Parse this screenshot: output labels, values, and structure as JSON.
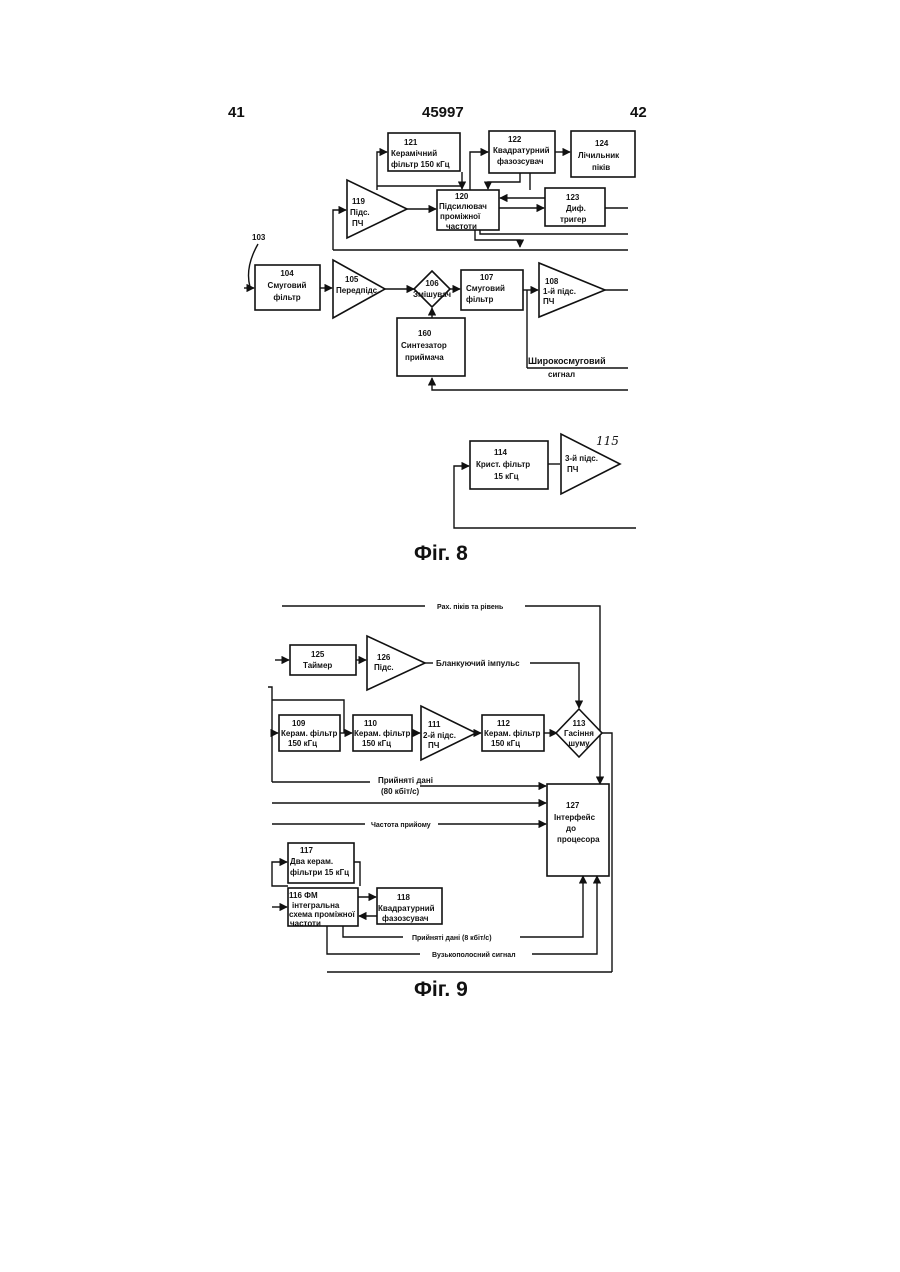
{
  "header": {
    "left_page": "41",
    "patent_number": "45997",
    "right_page": "42"
  },
  "fig8": {
    "caption": "Фіг. 8",
    "input_ref": "103",
    "blocks": [
      {
        "id": "104",
        "l1": "104",
        "l2": "Смуговий",
        "l3": "фільтр"
      },
      {
        "id": "105",
        "l1": "105",
        "l2": "Передпідс.",
        "l3": ""
      },
      {
        "id": "106",
        "l1": "106",
        "l2": "Змішувач",
        "l3": ""
      },
      {
        "id": "107",
        "l1": "107",
        "l2": "Смуговий",
        "l3": "фільтр"
      },
      {
        "id": "108",
        "l1": "108",
        "l2": "1-й підс.",
        "l3": "ПЧ"
      },
      {
        "id": "160",
        "l1": "160",
        "l2": "Синтезатор",
        "l3": "приймача"
      },
      {
        "id": "119",
        "l1": "119",
        "l2": "Підс.",
        "l3": "ПЧ"
      },
      {
        "id": "120",
        "l1": "120",
        "l2": "Підсилювач",
        "l3": "проміжної",
        "l4": "частоти"
      },
      {
        "id": "121",
        "l1": "121",
        "l2": "Керамічний",
        "l3": "фільтр 150 кГц"
      },
      {
        "id": "122",
        "l1": "122",
        "l2": "Квадратурний",
        "l3": "фазозсувач"
      },
      {
        "id": "123",
        "l1": "123",
        "l2": "Диф.",
        "l3": "тригер"
      },
      {
        "id": "124",
        "l1": "124",
        "l2": "Лічильник",
        "l3": "піків"
      },
      {
        "id": "114",
        "l1": "114",
        "l2": "Крист. фільтр",
        "l3": "15 кГц"
      },
      {
        "id": "115",
        "l1": "115",
        "l2": "3-й підс.",
        "l3": "ПЧ"
      }
    ],
    "wideband_label_1": "Широкосмуговий",
    "wideband_label_2": "сигнал"
  },
  "fig9": {
    "caption": "Фіг. 9",
    "signals": {
      "peak_count": "Рах. піків та рівень",
      "blanking": "Бланкуючий імпульс",
      "received_data_1": "Прийняті дані",
      "received_data_2": "(80 кбіт/с)",
      "receive_freq": "Частота прийому",
      "received_data_slow": "Прийняті дані (8 кбіт/с)",
      "narrowband": "Вузькополосний сигнал"
    },
    "blocks": [
      {
        "id": "125",
        "l1": "125",
        "l2": "Таймер"
      },
      {
        "id": "126",
        "l1": "126",
        "l2": "Підс."
      },
      {
        "id": "109",
        "l1": "109",
        "l2": "Керам. фільтр",
        "l3": "150 кГц"
      },
      {
        "id": "110",
        "l1": "110",
        "l2": "Керам. фільтр",
        "l3": "150 кГц"
      },
      {
        "id": "111",
        "l1": "111",
        "l2": "2-й підс.",
        "l3": "ПЧ"
      },
      {
        "id": "112",
        "l1": "112",
        "l2": "Керам. фільтр",
        "l3": "150 кГц"
      },
      {
        "id": "113",
        "l1": "113",
        "l2": "Гасіння",
        "l3": "шуму"
      },
      {
        "id": "127",
        "l1": "127",
        "l2": "Інтерфейс",
        "l3": "до",
        "l4": "процесора"
      },
      {
        "id": "117",
        "l1": "117",
        "l2": "Два керам.",
        "l3": "фільтри 15 кГц"
      },
      {
        "id": "116",
        "l1": "116    ФМ",
        "l2": "інтегральна",
        "l3": "схема проміжної",
        "l4": "частоти"
      },
      {
        "id": "118",
        "l1": "118",
        "l2": "Квадратурний",
        "l3": "фазозсувач"
      }
    ]
  }
}
